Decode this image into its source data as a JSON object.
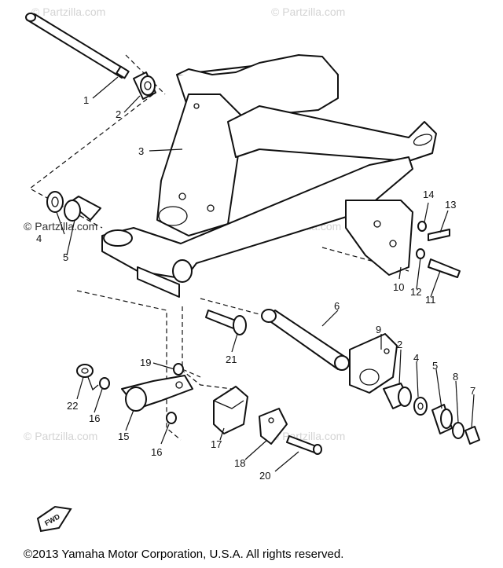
{
  "watermark": "© Partzilla.com",
  "callouts": [
    "1",
    "2",
    "3",
    "4",
    "5",
    "6",
    "9",
    "10",
    "11",
    "12",
    "13",
    "14",
    "15",
    "16",
    "17",
    "18",
    "19",
    "20",
    "21",
    "22",
    "2",
    "4",
    "5",
    "8",
    "7",
    "16"
  ],
  "fwd_label": "FWD",
  "copyright": "©2013  Yamaha Motor Corporation, U.S.A. All rights reserved."
}
